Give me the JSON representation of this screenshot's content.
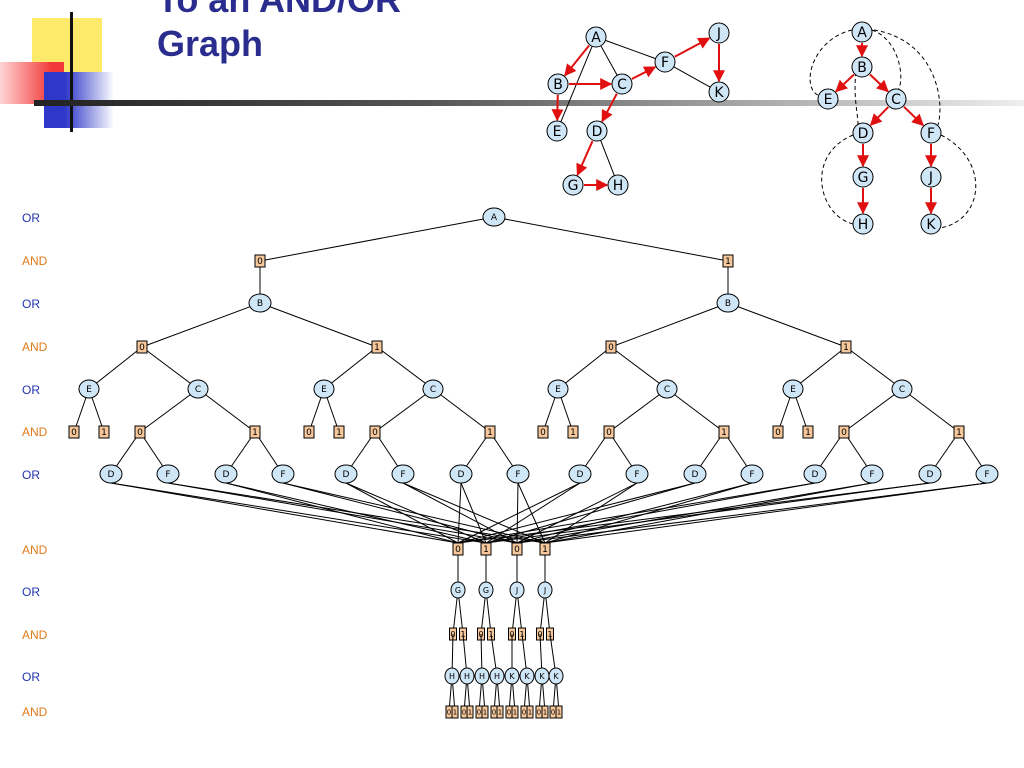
{
  "slide": {
    "title_line1": "To an AND/OR",
    "title_line2": "Graph"
  },
  "level_labels": [
    "OR",
    "AND",
    "OR",
    "AND",
    "OR",
    "AND",
    "OR",
    "AND",
    "OR",
    "AND",
    "OR",
    "AND"
  ],
  "colors": {
    "title": "#2b2d8e",
    "or_label": "#2233aa",
    "and_label": "#e07a1a",
    "or_node_fill": "#cfe6f7",
    "and_node_fill": "#f5c79a",
    "highlight_edge": "#e01010"
  },
  "primal_graph": {
    "nodes": [
      "A",
      "B",
      "C",
      "D",
      "E",
      "F",
      "G",
      "H",
      "J",
      "K"
    ],
    "edges": [
      [
        "A",
        "B"
      ],
      [
        "A",
        "C"
      ],
      [
        "A",
        "E"
      ],
      [
        "A",
        "F"
      ],
      [
        "B",
        "C"
      ],
      [
        "B",
        "E"
      ],
      [
        "C",
        "F"
      ],
      [
        "C",
        "D"
      ],
      [
        "D",
        "G"
      ],
      [
        "D",
        "H"
      ],
      [
        "G",
        "H"
      ],
      [
        "F",
        "J"
      ],
      [
        "F",
        "K"
      ],
      [
        "J",
        "K"
      ]
    ],
    "highlight_edges": [
      [
        "A",
        "B"
      ],
      [
        "B",
        "C"
      ],
      [
        "B",
        "E"
      ],
      [
        "C",
        "F"
      ],
      [
        "C",
        "D"
      ],
      [
        "D",
        "G"
      ],
      [
        "G",
        "H"
      ],
      [
        "F",
        "J"
      ],
      [
        "J",
        "K"
      ]
    ]
  },
  "pseudo_tree": {
    "nodes": [
      "A",
      "B",
      "E",
      "C",
      "D",
      "F",
      "G",
      "J",
      "H",
      "K"
    ],
    "tree_edges": [
      [
        "A",
        "B"
      ],
      [
        "B",
        "E"
      ],
      [
        "B",
        "C"
      ],
      [
        "C",
        "D"
      ],
      [
        "C",
        "F"
      ],
      [
        "D",
        "G"
      ],
      [
        "G",
        "H"
      ],
      [
        "F",
        "J"
      ],
      [
        "J",
        "K"
      ]
    ],
    "backedges": [
      [
        "A",
        "E"
      ],
      [
        "A",
        "C"
      ],
      [
        "A",
        "F"
      ],
      [
        "B",
        "D"
      ],
      [
        "D",
        "H"
      ],
      [
        "F",
        "K"
      ]
    ]
  },
  "and_or_graph": {
    "root": "A",
    "domain_values": [
      "0",
      "1"
    ],
    "level_order": [
      "A",
      "B",
      "E/C",
      "D/F",
      "G/J",
      "H/K"
    ],
    "merged_and_values": [
      "0",
      "1",
      "0",
      "1"
    ],
    "merged_or_nodes": [
      "G",
      "G",
      "J",
      "J"
    ],
    "bottom_or_nodes": [
      "H",
      "H",
      "H",
      "H",
      "K",
      "K",
      "K",
      "K"
    ]
  }
}
